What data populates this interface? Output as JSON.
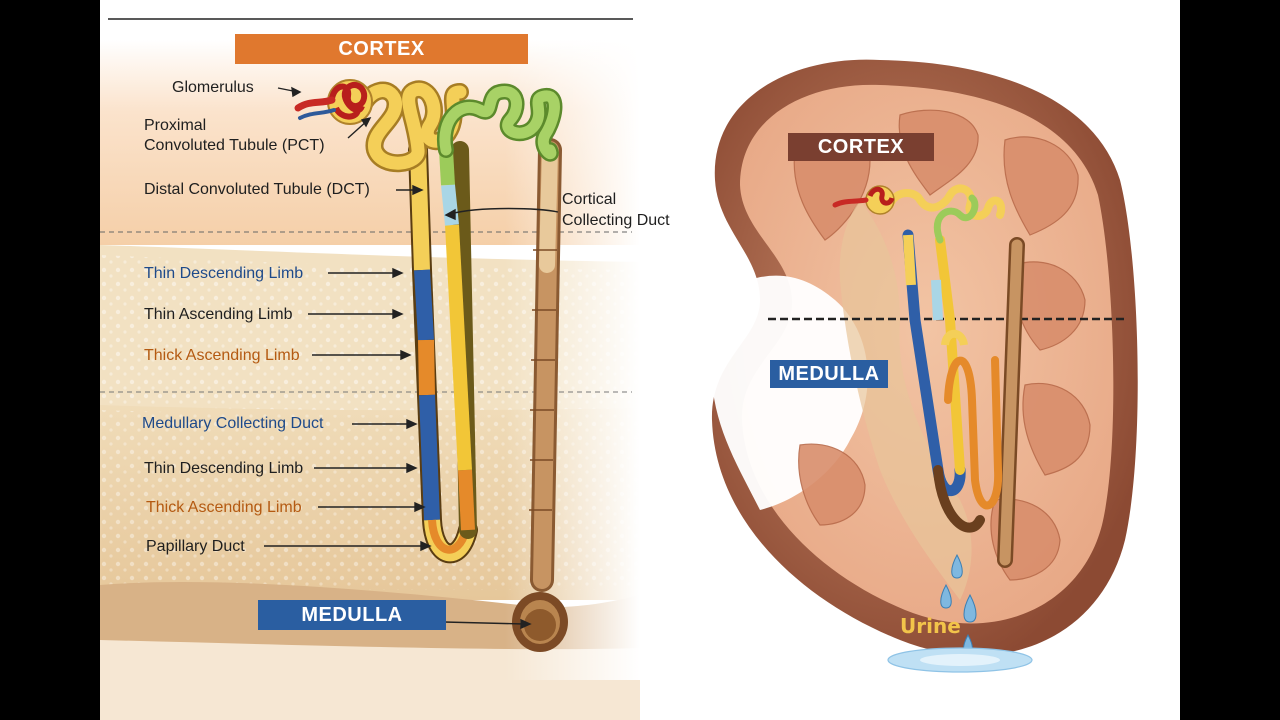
{
  "left_panel": {
    "banner_top": "CORTEX",
    "banner_bottom": "MEDULLA",
    "labels": [
      {
        "text": "Glomerulus",
        "tone": "dark"
      },
      {
        "text": "Proximal",
        "tone": "dark"
      },
      {
        "text": "Convoluted Tubule (PCT)",
        "tone": "dark"
      },
      {
        "text": "Distal Convoluted Tubule (DCT)",
        "tone": "dark"
      },
      {
        "text": "Cortical",
        "tone": "dark"
      },
      {
        "text": "Collecting Duct",
        "tone": "dark"
      },
      {
        "text": "Thin Descending Limb",
        "tone": "blue"
      },
      {
        "text": "Thin Ascending Limb",
        "tone": "dark"
      },
      {
        "text": "Thick Ascending Limb",
        "tone": "orange"
      },
      {
        "text": "Medullary Collecting Duct",
        "tone": "blue"
      },
      {
        "text": "Thin Descending Limb",
        "tone": "dark"
      },
      {
        "text": "Thick Ascending Limb",
        "tone": "orange"
      },
      {
        "text": "Papillary Duct",
        "tone": "dark"
      }
    ]
  },
  "right_panel": {
    "banner_top": "CORTEX",
    "banner_mid": "MEDULLA",
    "urine_label": "Urine"
  },
  "colors": {
    "cortex_banner": "#e0782e",
    "medulla_banner": "#2a5ea1",
    "kidney_cortex_banner": "#7a3f30",
    "descending_limb": "#2f5fa8",
    "ascending_limb": "#f2c637",
    "thick_ascending": "#e58a2a",
    "pct": "#f4cf58",
    "dct": "#9ccb5a",
    "collecting_duct": "#b07c4a",
    "glomerulus": "#d6312b"
  }
}
